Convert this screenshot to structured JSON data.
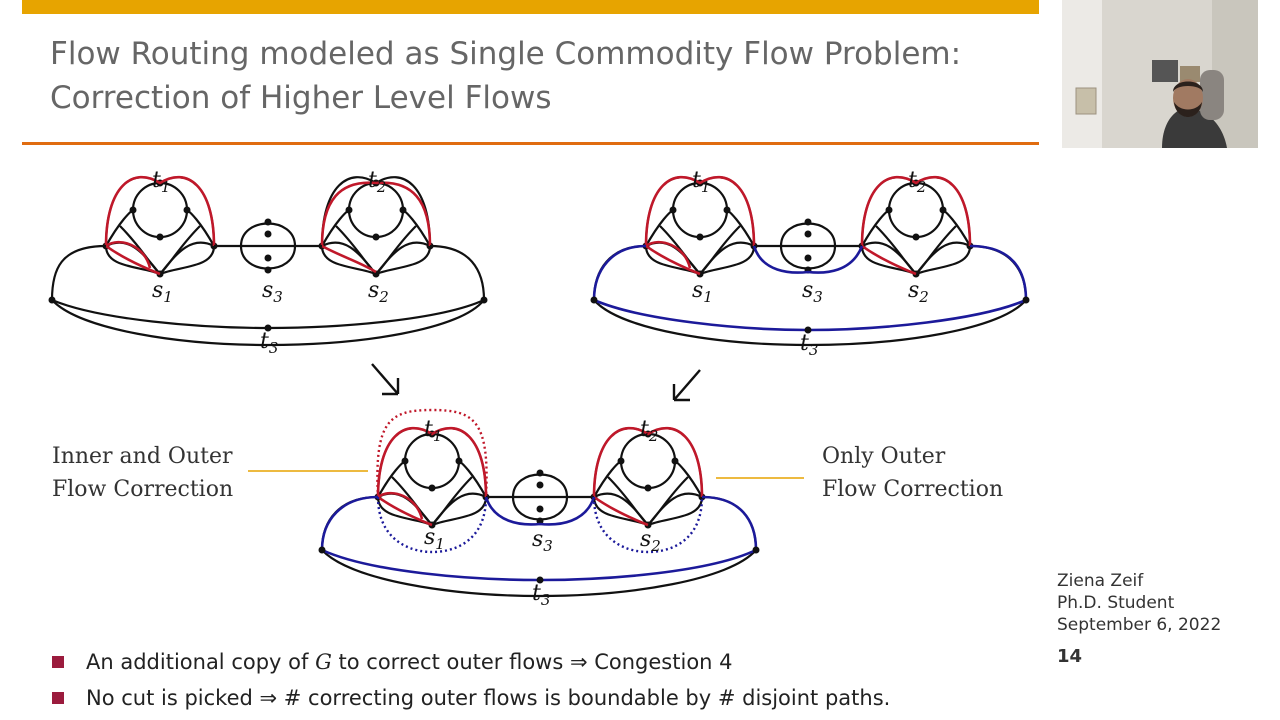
{
  "slide": {
    "title_line1": "Flow Routing modeled as Single Commodity Flow Problem:",
    "title_line2": "Correction of Higher Level Flows",
    "left_label_line1": "Inner and Outer",
    "left_label_line2": "Flow Correction",
    "right_label_line1": "Only Outer",
    "right_label_line2": "Flow Correction",
    "bullets": [
      {
        "pre": "An additional copy of ",
        "math": "G",
        "post": " to correct outer flows ⇒ Congestion 4"
      },
      {
        "pre": "No cut is picked ⇒ # correcting outer flows is boundable by # disjoint paths.",
        "math": "",
        "post": ""
      }
    ],
    "page_number": "14"
  },
  "presenter": {
    "name": "Ziena Zeif",
    "role": "Ph.D. Student",
    "date": "September 6, 2022"
  },
  "diagram": {
    "node_labels": {
      "t1": "t",
      "t2": "t",
      "t3": "t",
      "s1": "s",
      "s2": "s",
      "s3": "s"
    },
    "subscripts": {
      "t1": "1",
      "t2": "2",
      "t3": "3",
      "s1": "1",
      "s2": "2",
      "s3": "3"
    }
  },
  "colors": {
    "accent_bar": "#e7a400",
    "rule": "#e06c10",
    "bullet": "#9b1b3d",
    "flow_red": "#c0182a",
    "flow_blue": "#1c1a9a",
    "edge": "#111111"
  }
}
